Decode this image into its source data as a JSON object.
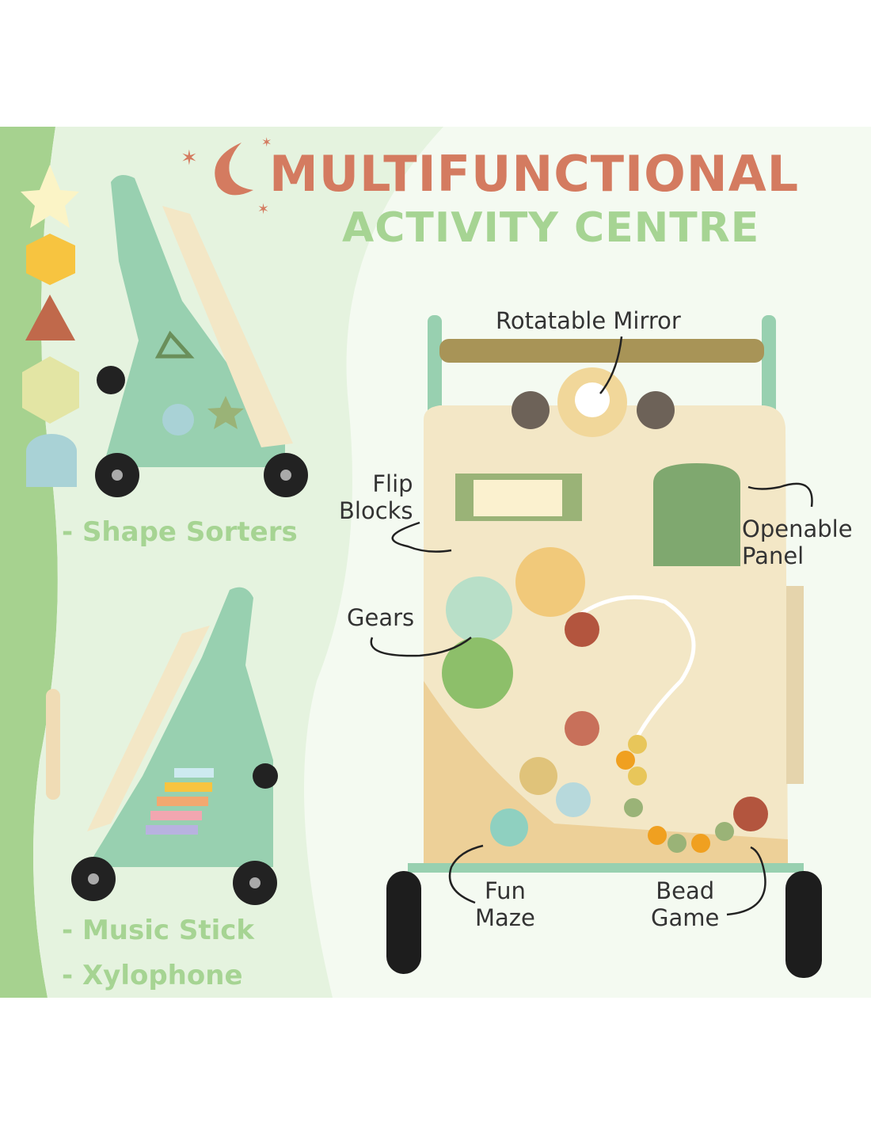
{
  "title": "MULTIFUNCTIONAL",
  "subtitle": "ACTIVITY CENTRE",
  "side_features": [
    "- Shape Sorters",
    "- Music Stick",
    "- Xylophone"
  ],
  "callouts": {
    "mirror": "Rotatable Mirror",
    "flip_1": "Flip",
    "flip_2": "Blocks",
    "panel_1": "Openable",
    "panel_2": "Panel",
    "gears": "Gears",
    "maze_1": "Fun",
    "maze_2": "Maze",
    "bead_1": "Bead",
    "bead_2": "Game"
  },
  "colors": {
    "title": "#d47b60",
    "subtitle": "#a6d493",
    "mint": "#98d0b0",
    "wood": "#f3e7c6"
  }
}
